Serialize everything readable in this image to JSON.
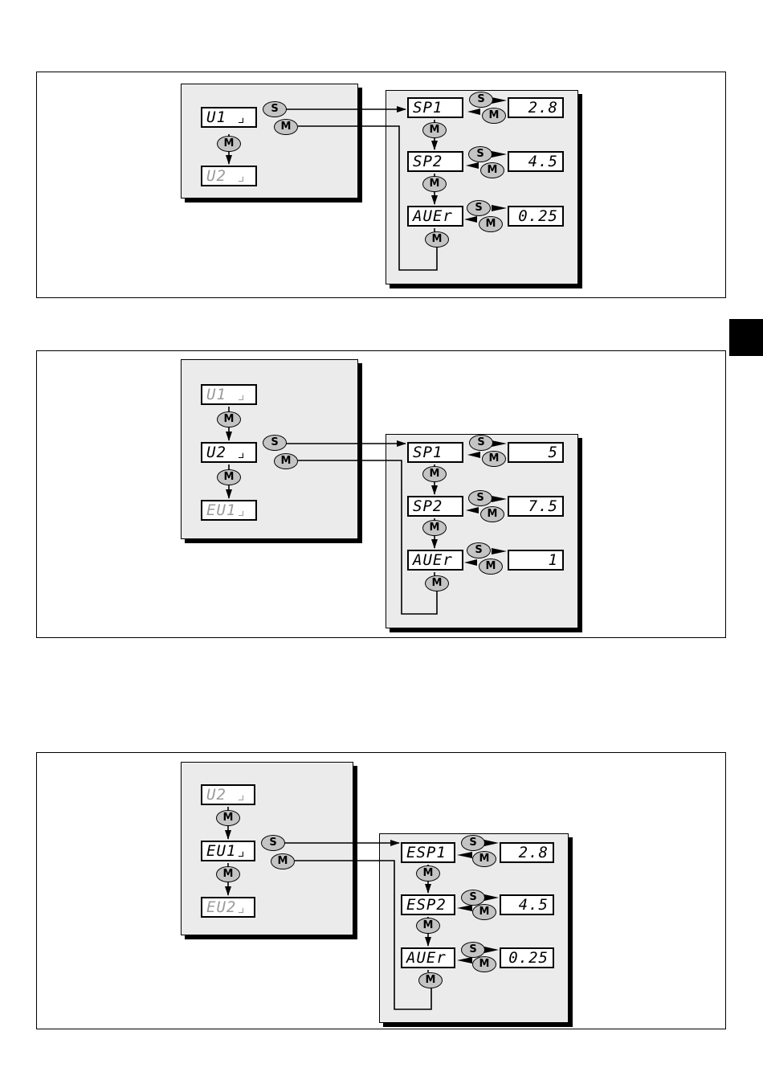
{
  "diagrams": [
    {
      "menu": [
        {
          "text": "U1 ⌟",
          "state": "active"
        },
        {
          "text": "U2 ⌟",
          "state": "dim"
        }
      ],
      "submenu": [
        {
          "param": "SP1",
          "value": "2.8"
        },
        {
          "param": "SP2",
          "value": "4.5"
        },
        {
          "param": "AUEr",
          "value": "0.25"
        }
      ]
    },
    {
      "menu": [
        {
          "text": "U1 ⌟",
          "state": "dim"
        },
        {
          "text": "U2 ⌟",
          "state": "active"
        },
        {
          "text": "EU1⌟",
          "state": "dim"
        }
      ],
      "submenu": [
        {
          "param": "SP1",
          "value": "5"
        },
        {
          "param": "SP2",
          "value": "7.5"
        },
        {
          "param": "AUEr",
          "value": "1"
        }
      ]
    },
    {
      "menu": [
        {
          "text": "U2 ⌟",
          "state": "dim"
        },
        {
          "text": "EU1⌟",
          "state": "active"
        },
        {
          "text": "EU2⌟",
          "state": "dim"
        }
      ],
      "submenu": [
        {
          "param": "ESP1",
          "value": "2.8"
        },
        {
          "param": "ESP2",
          "value": "4.5"
        },
        {
          "param": "AUEr",
          "value": "0.25"
        }
      ]
    }
  ],
  "buttons": {
    "set": "S",
    "mode": "M"
  },
  "colors": {
    "panel": "#ebebeb",
    "button": "#c4c4c4",
    "dim_text": "#9a9a9a"
  }
}
